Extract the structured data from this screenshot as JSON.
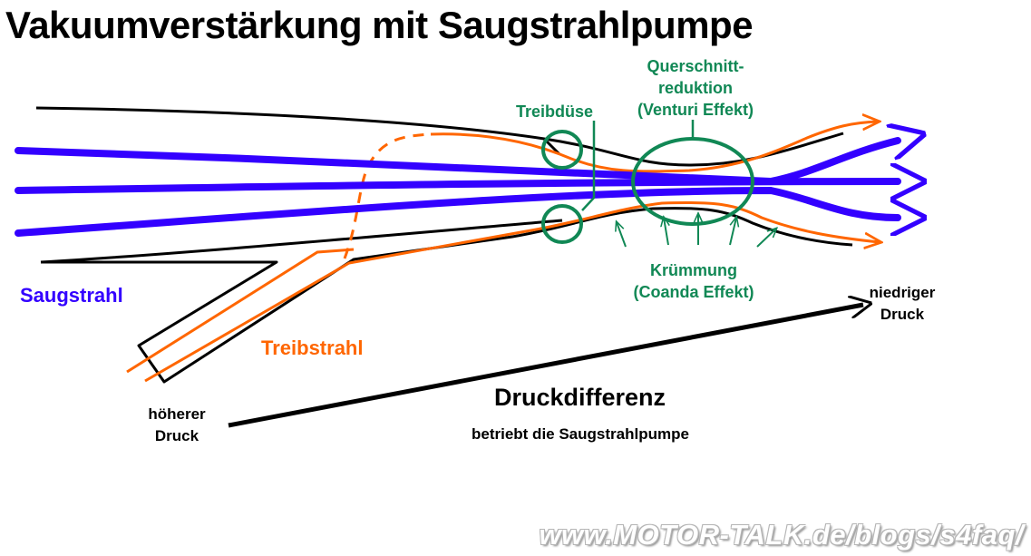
{
  "title": "Vakuumverstärkung mit Saugstrahlpumpe",
  "labels": {
    "suction_jet": "Saugstrahl",
    "motive_jet": "Treibstrahl",
    "motive_nozzle": "Treibdüse",
    "cross_section_line1": "Querschnitt-",
    "cross_section_line2": "reduktion",
    "cross_section_line3": "(Venturi Effekt)",
    "curvature_line1": "Krümmung",
    "curvature_line2": "(Coanda Effekt)",
    "low_pressure_line1": "niedriger",
    "low_pressure_line2": "Druck",
    "high_pressure_line1": "höherer",
    "high_pressure_line2": "Druck",
    "pressure_difference": "Druckdifferenz",
    "drives_pump": "betriebt die Saugstrahlpumpe"
  },
  "watermark": "www.MOTOR-TALK.de/blogs/s4faq/",
  "colors": {
    "suction": "#3300ff",
    "motive": "#ff6600",
    "annotation": "#118855",
    "outline": "#000000"
  }
}
